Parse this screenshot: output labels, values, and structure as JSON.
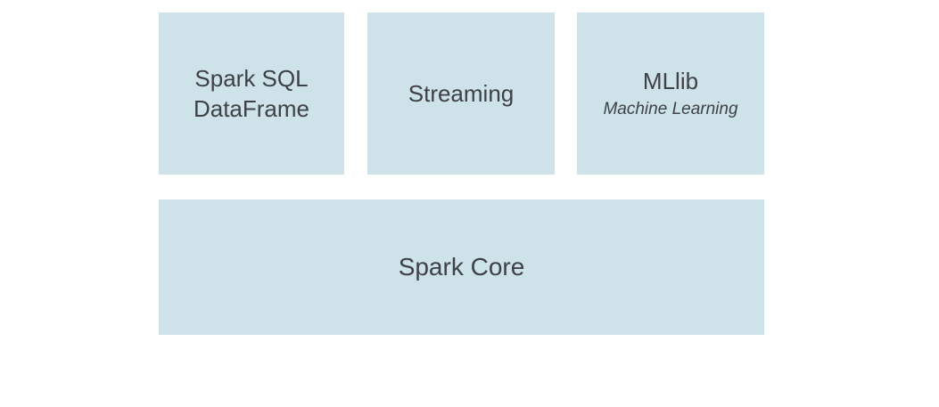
{
  "colors": {
    "box_fill": "#cde3e9",
    "text_color": "#3e4145",
    "page_bg": "#ffffff"
  },
  "boxes": {
    "spark_sql": {
      "label": "Spark SQL\nDataFrame"
    },
    "streaming": {
      "label": "Streaming"
    },
    "mllib": {
      "label": "MLlib",
      "sublabel": "Machine Learning"
    },
    "spark_core": {
      "label": "Spark Core"
    }
  }
}
